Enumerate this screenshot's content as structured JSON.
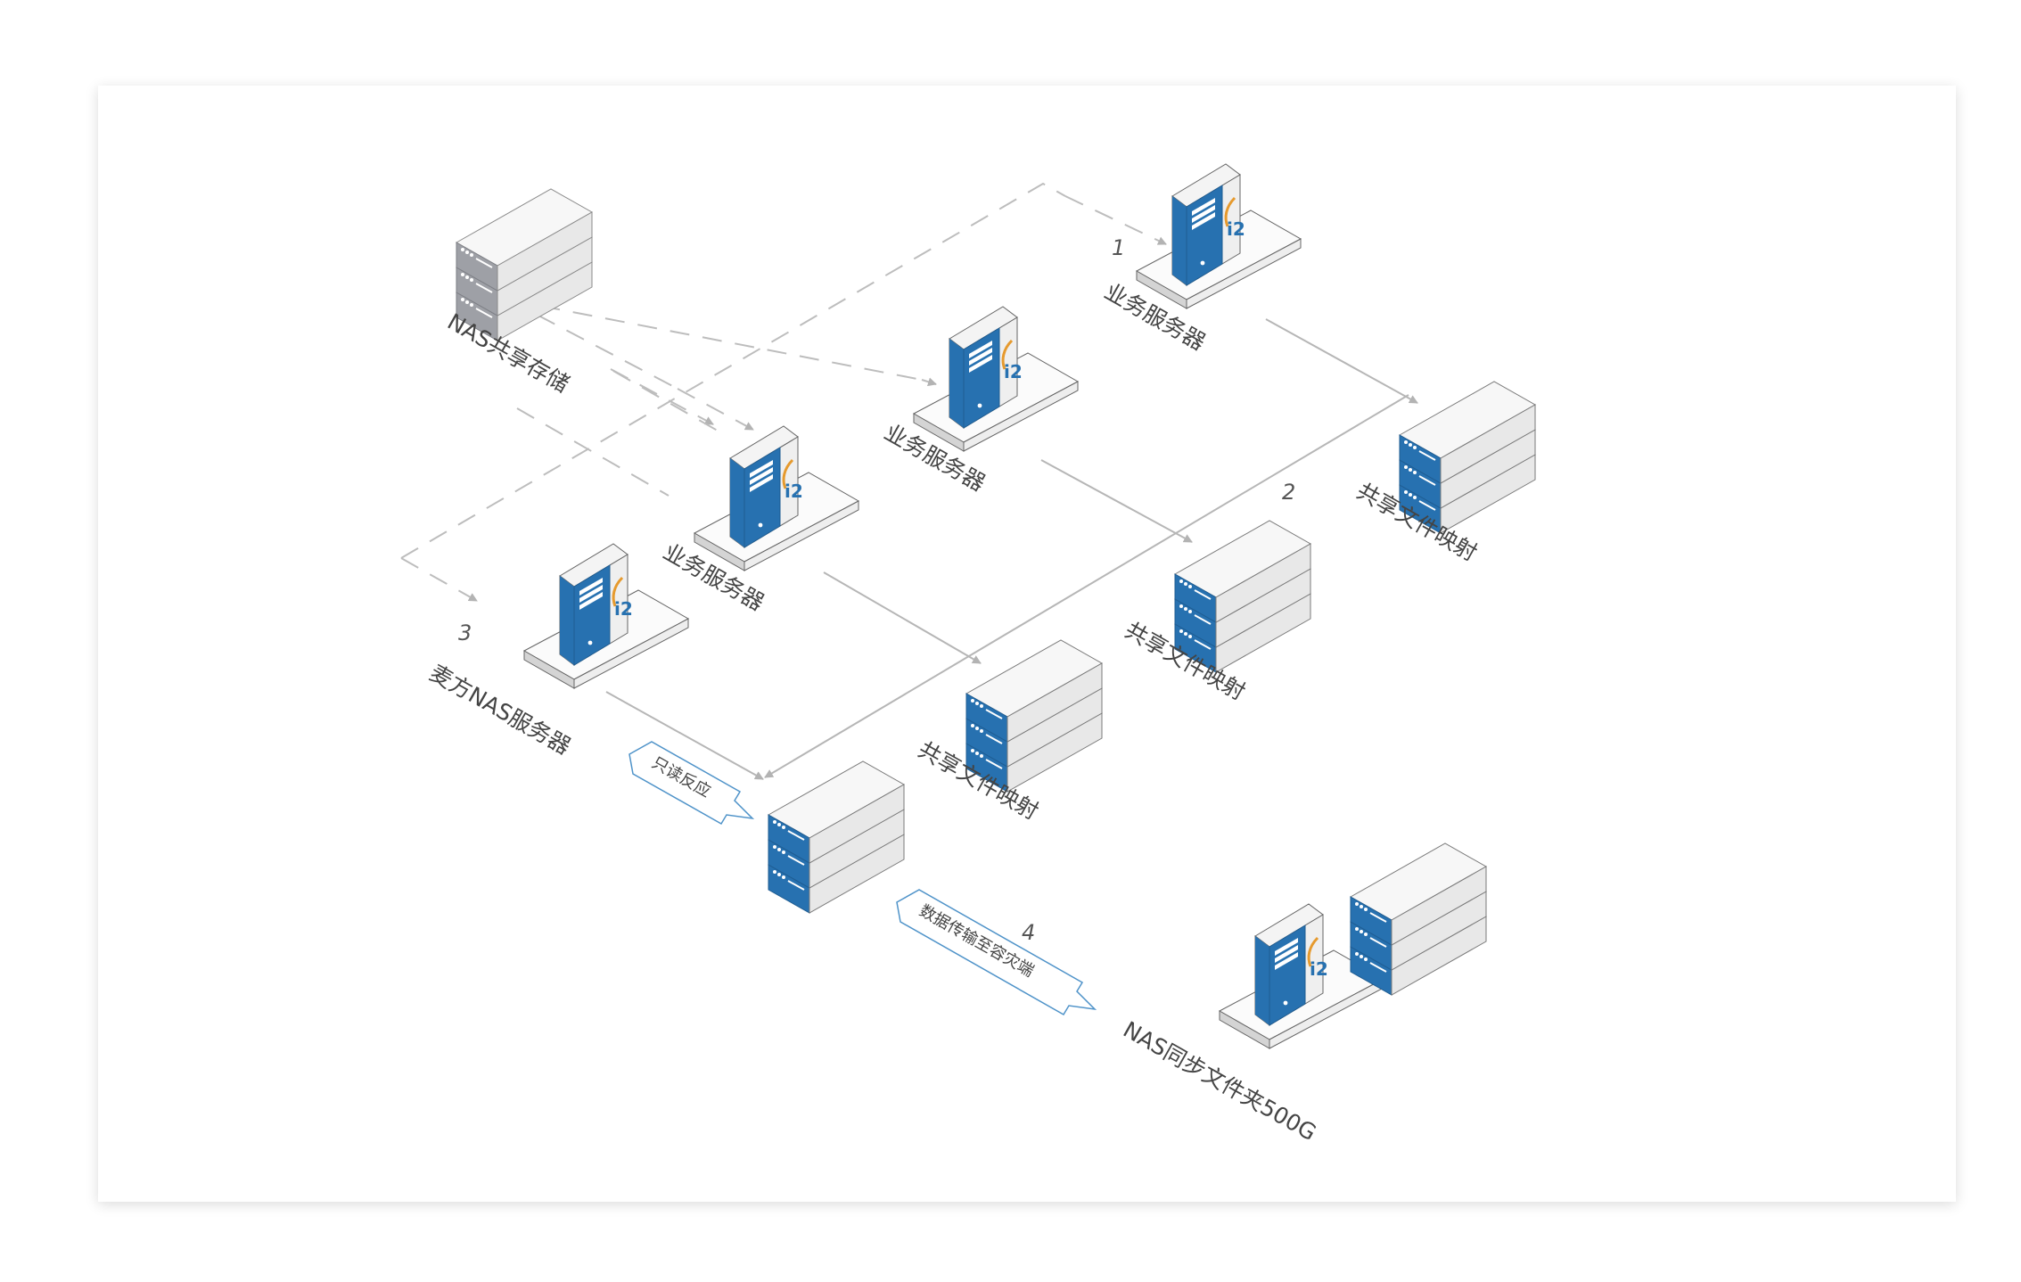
{
  "diagram": {
    "nodes": {
      "nas_storage": "NAS共享存储",
      "server_1": "业务服务器",
      "server_2": "业务服务器",
      "server_3": "业务服务器",
      "nas_server": "麦方NAS服务器",
      "share_1": "共享文件映射",
      "share_2": "共享文件映射",
      "share_3": "共享文件映射",
      "sync_folder": "NAS同步文件夹500G"
    },
    "steps": {
      "s1": "1",
      "s2": "2",
      "s3": "3",
      "s4": "4"
    },
    "arrows": {
      "readonly": "只读反应",
      "transfer": "数据传输至容灾端"
    },
    "logo_text": "i2",
    "colors": {
      "accent_blue": "#2771b0",
      "server_white": "#eeeeee",
      "storage_gray": "#9ea0a6",
      "dashed_line": "#bdbdbd",
      "solid_line": "#b6b6b6",
      "callout_border": "#4f93c9"
    }
  }
}
